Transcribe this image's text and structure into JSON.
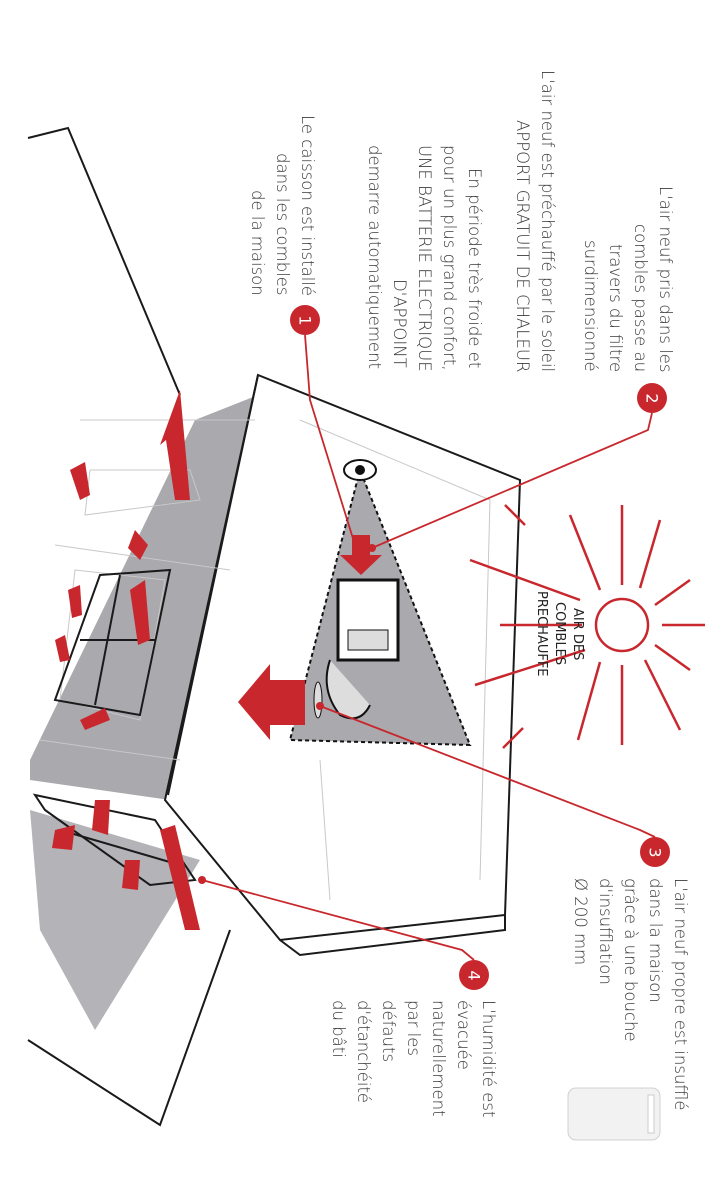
{
  "callouts": [
    {
      "number": "1",
      "lines": [
        "Le caisson est installé",
        "dans les combles",
        "de la maison"
      ]
    },
    {
      "number": "2",
      "lines": [
        "L'air neuf pris dans les",
        "combles passe au",
        "travers du filtre",
        "surdimensionné"
      ]
    },
    {
      "number": "3",
      "lines": [
        "L'air neuf propre est insufflé",
        "dans la maison",
        "grâce à une bouche",
        "d'insufflation",
        "Ø 200 mm"
      ]
    },
    {
      "number": "4",
      "lines": [
        "L'humidité est",
        "évacuée",
        "naturellement",
        "par les",
        "défauts",
        "d'étanchéité",
        "du bâti"
      ]
    }
  ],
  "solar": {
    "lines": [
      "L'air neuf est préchauffé par le soleil",
      "APPORT GRATUIT DE CHALEUR"
    ]
  },
  "battery": {
    "lines": [
      "En période très froide et",
      "pour un plus grand confort,",
      "UNE BATTERIE ELECTRIQUE",
      "D'APPOINT",
      "demarre automatiquement"
    ]
  },
  "attic_label": {
    "lines": [
      "AIR DES COMBLES",
      "PRECHAUFFE"
    ]
  },
  "colors": {
    "accent": "#c8282d",
    "gray": "#a9a9ae",
    "line": "#1a1a1a"
  }
}
